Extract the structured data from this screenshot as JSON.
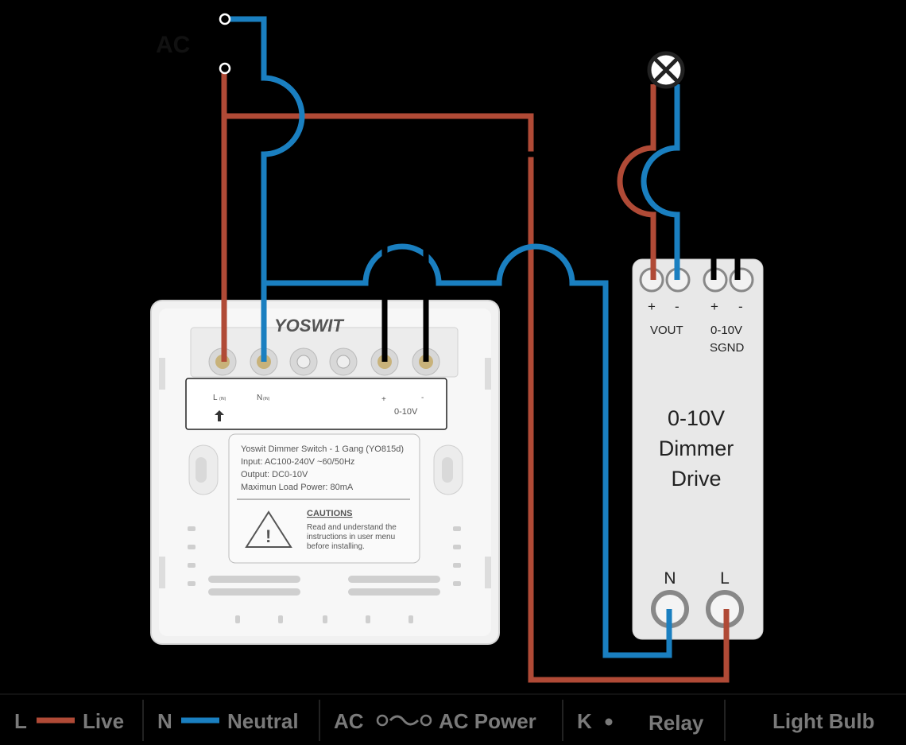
{
  "ac_label": "AC",
  "switch": {
    "brand": "YOSWIT",
    "terminal_labels": {
      "L": "L",
      "L_sub": "(IN)",
      "N": "N",
      "N_sub": "(IN)",
      "plus": "+",
      "minus": "-",
      "ctrl": "0-10V"
    },
    "info_lines": [
      "Yoswit Dimmer Switch - 1 Gang (YO815d)",
      "Input: AC100-240V ~60/50Hz",
      "Output: DC0-10V",
      "Maximun Load Power: 80mA"
    ],
    "caution_title": "CAUTIONS",
    "caution_lines": [
      "Read and understand the",
      "instructions in user menu",
      "before  installing."
    ]
  },
  "driver": {
    "top_signs": [
      "+",
      "-",
      "+",
      "-"
    ],
    "vout_label": "VOUT",
    "ctrl_label_1": "0-10V",
    "ctrl_label_2": "SGND",
    "title_lines": [
      "0-10V",
      "Dimmer",
      "Drive"
    ],
    "n_label": "N",
    "l_label": "L"
  },
  "legend": {
    "live_key": "L",
    "live_label": "Live",
    "neutral_key": "N",
    "neutral_label": "Neutral",
    "ac_key": "AC",
    "ac_label": "AC Power",
    "relay_key": "K",
    "relay_label": "Relay",
    "bulb_label": "Light Bulb"
  },
  "colors": {
    "live": "#b04a36",
    "neutral": "#1a7fc0",
    "background": "#000000"
  }
}
